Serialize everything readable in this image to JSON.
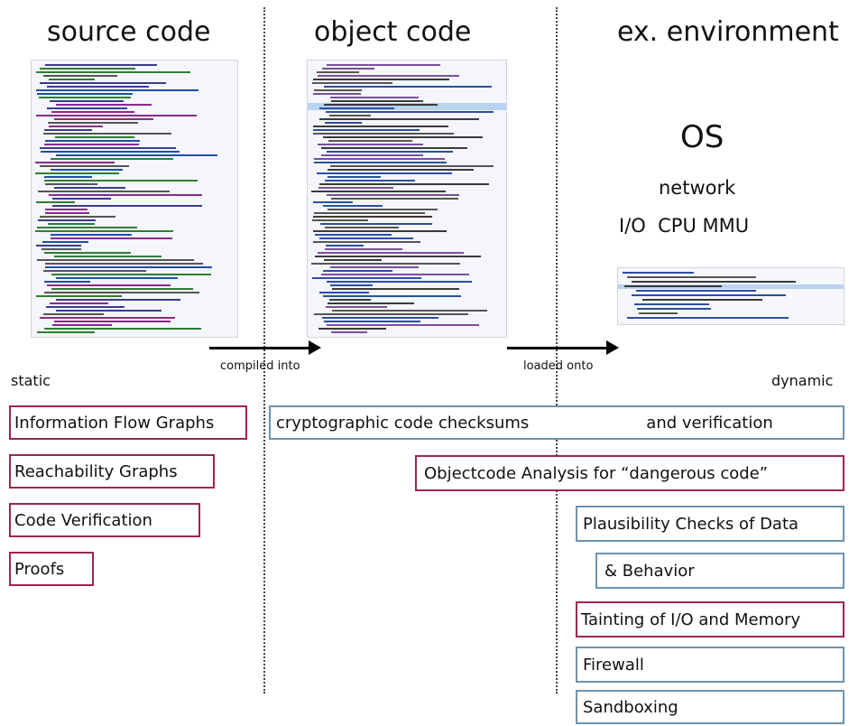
{
  "columns": {
    "source": "source code",
    "object": "object code",
    "environment": "ex. environment"
  },
  "environment": {
    "os": "OS",
    "network": "network",
    "hardware": "I/O  CPU MMU"
  },
  "arrows": {
    "compile": "compiled into",
    "load": "loaded onto"
  },
  "labels": {
    "static": "static",
    "dynamic": "dynamic"
  },
  "boxes": {
    "info_flow": "Information Flow Graphs",
    "reachability": "Reachability Graphs",
    "code_verification": "Code Verification",
    "proofs": "Proofs",
    "checksums": "cryptographic code checksums",
    "checksums_cont": "and verification",
    "objectcode": "Objectcode Analysis for “dangerous code”",
    "plausibility": "Plausibility Checks of Data",
    "behavior": "& Behavior",
    "tainting": "Tainting of I/O and Memory",
    "firewall": "Firewall",
    "sandboxing": "Sandboxing"
  },
  "colors": {
    "static_border": "#9e2454",
    "dynamic_border": "#6f92ad"
  }
}
